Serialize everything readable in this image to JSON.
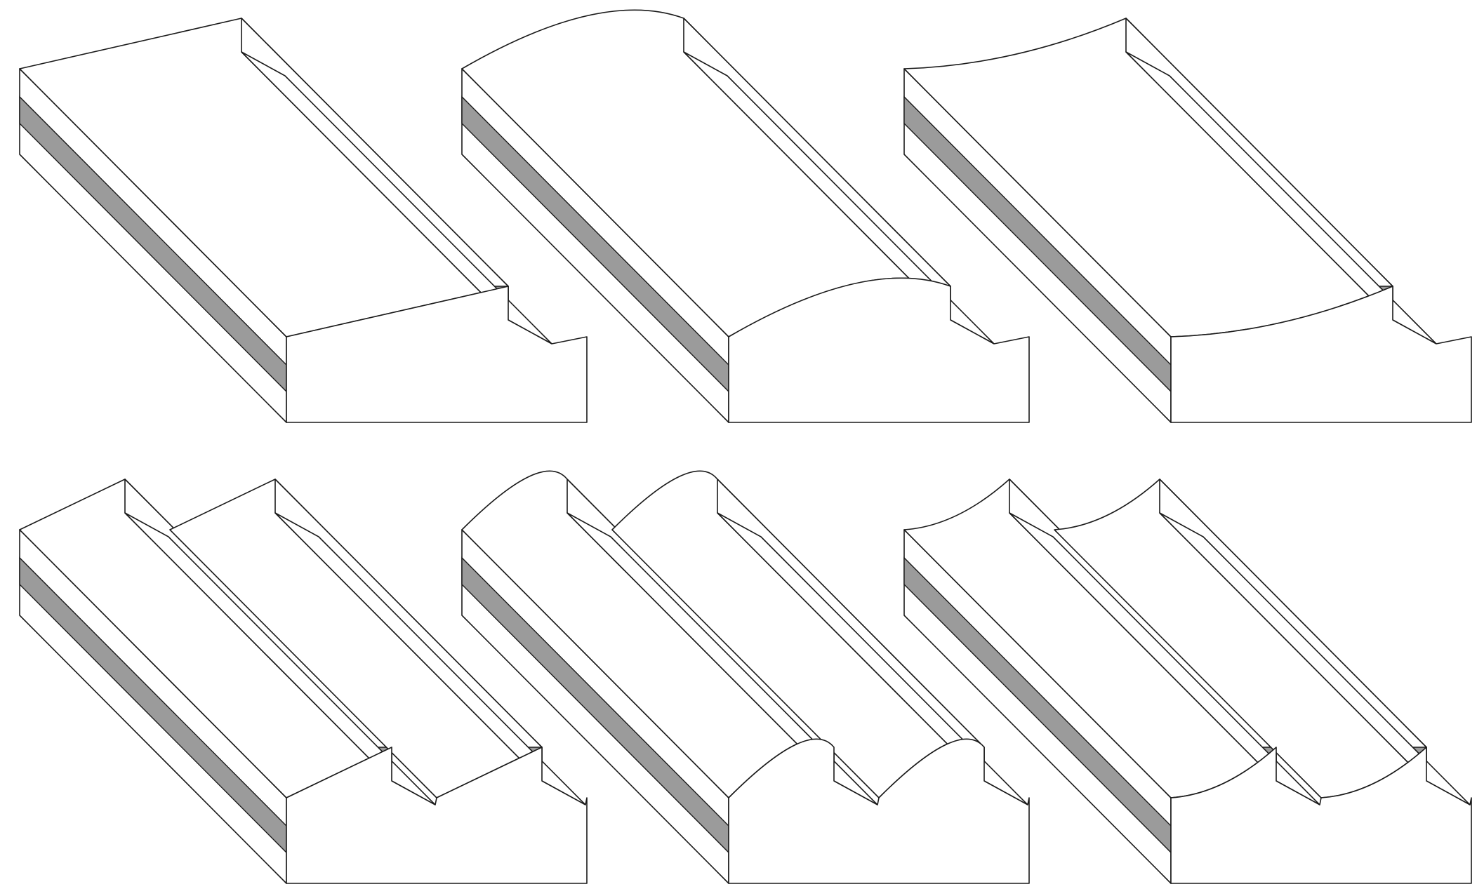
{
  "figure": {
    "background": "#ffffff",
    "stroke_color": "#1a1a1a",
    "band_color": "#9b9b9b"
  },
  "panels": [
    {
      "name": "flat-top-single-groove",
      "top": "flat",
      "ridges": 1
    },
    {
      "name": "convex-top-single-groove",
      "top": "convex",
      "ridges": 1
    },
    {
      "name": "concave-top-single-groove",
      "top": "concave",
      "ridges": 1
    },
    {
      "name": "flat-top-double-groove",
      "top": "flat",
      "ridges": 2
    },
    {
      "name": "convex-top-double-groove",
      "top": "convex",
      "ridges": 2
    },
    {
      "name": "concave-top-double-groove",
      "top": "concave",
      "ridges": 2
    }
  ]
}
